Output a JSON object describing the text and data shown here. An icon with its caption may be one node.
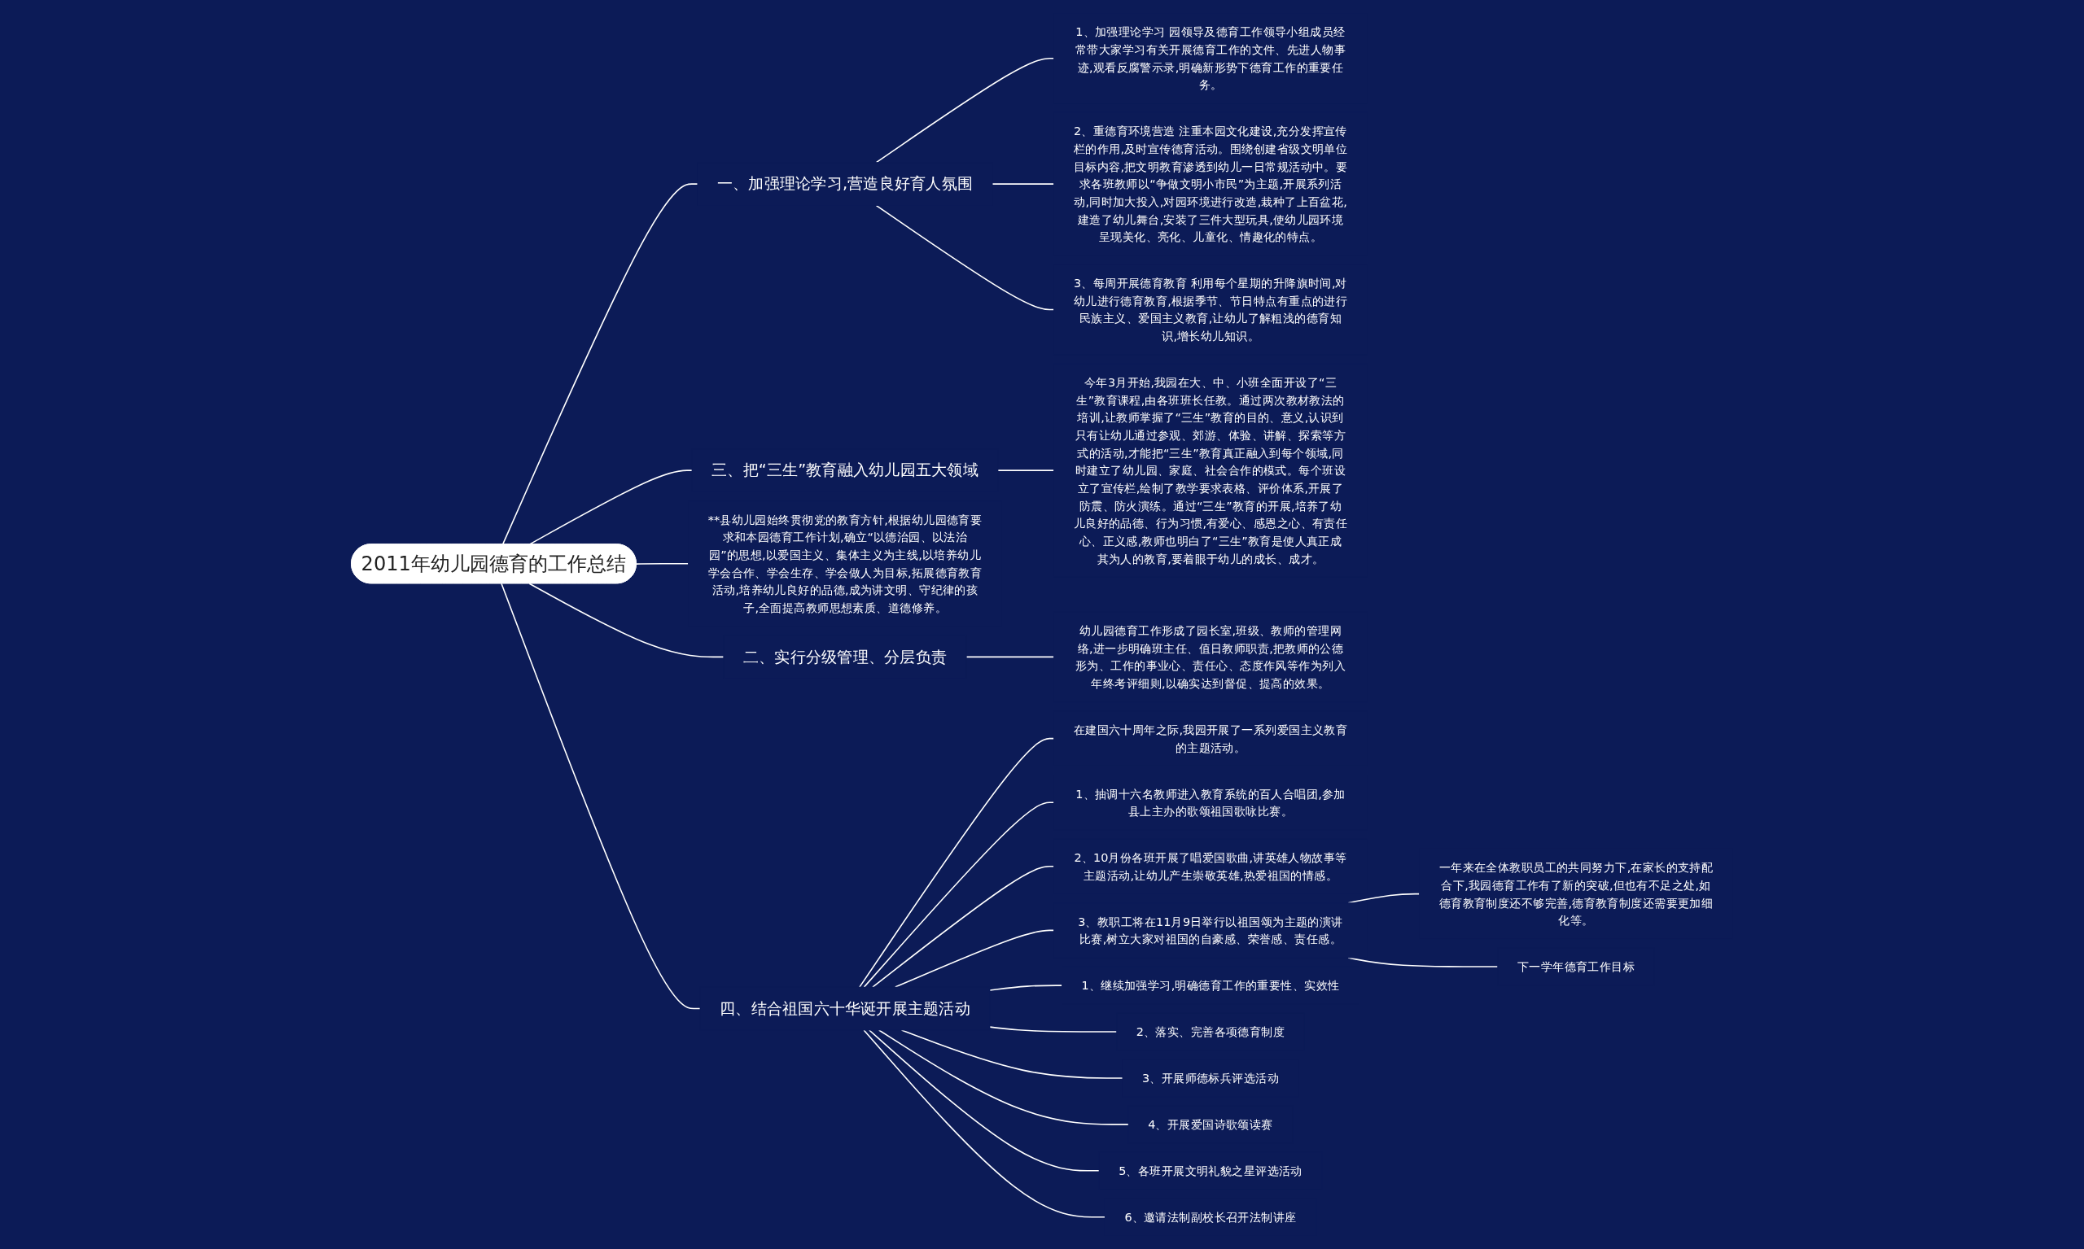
{
  "diagram": {
    "nodes": [
      {
        "text": [
          "2011年幼儿园德育的工作总结"
        ]
      },
      {
        "text": [
          "一、加强理论学习,营造良好育人氛围"
        ]
      },
      {
        "text": [
          "1、加强理论学习 园领导及德育工作领导小组成员经常带大家学习有关开展德育工作的文件、先进人物事迹,观看反腐警示录,明确新形势下德育工作的重要任务。"
        ]
      },
      {
        "text": [
          "2、重德育环境营造 注重本园文化建设,充分发挥宣传栏的作用,及时宣传德育活动。围绕创建省级文明单位目标内容,把文明教育渗透到幼儿一日常规活动中。要求各班教师以“争做文明小市民”为主题,开展系列活动,同时加大投入,对园环境进行改造,栽种了上百盆花,建造了幼儿舞台,安装了三件大型玩具,使幼儿园环境呈现美化、亮化、儿童化、情趣化的特点。"
        ]
      },
      {
        "text": [
          "3、每周开展德育教育 利用每个星期的升降旗时间,对幼儿进行德育教育,根据季节、节日特点有重点的进行民族主义、爱国主义教育,让幼儿了解粗浅的德育知识,增长幼儿知识。"
        ]
      },
      {
        "text": [
          "三、把“三生”教育融入幼儿园五大领域"
        ]
      },
      {
        "text": [
          "今年3月开始,我园在大、中、小班全面开设了“三生”教育课程,由各班班长任教。通过两次教材教法的培训,让教师掌握了“三生”教育的目的、意义,认识到只有让幼儿通过参观、郊游、体验、讲解、探索等方式的活动,才能把“三生”教育真正融入到每个领域,同时建立了幼儿园、家庭、社会合作的模式。每个班设立了宣传栏,绘制了教学要求表格、评价体系,开展了防震、防火演练。通过“三生”教育的开展,培养了幼儿良好的品德、行为习惯,有爱心、感恩之心、有责任心、正义感,教师也明白了“三生”教育是使人真正成其为人的教育,要着眼于幼儿的成长、成才。"
        ]
      },
      {
        "text": [
          "**县幼儿园始终贯彻党的教育方针,根据幼儿园德育要求和本园德育工作计划,确立“以德治园、以法治园”的思想,以爱国主义、集体主义为主线,以培养幼儿学会合作、学会生存、学会做人为目标,拓展德育教育活动,培养幼儿良好的品德,成为讲文明、守纪律的孩子,全面提高教师思想素质、道德修养。"
        ]
      },
      {
        "text": [
          "二、实行分级管理、分层负责"
        ]
      },
      {
        "text": [
          "幼儿园德育工作形成了园长室,班级、教师的管理网络,进一步明确班主任、值日教师职责,把教师的公德形为、工作的事业心、责任心、态度作风等作为列入年终考评细则,以确实达到督促、提高的效果。"
        ]
      },
      {
        "text": [
          "四、结合祖国六十华诞开展主题活动"
        ]
      },
      {
        "text": [
          "在建国六十周年之际,我园开展了一系列爱国主义教育的主题活动。"
        ]
      },
      {
        "text": [
          "1、抽调十六名教师进入教育系统的百人合唱团,参加县上主办的歌颂祖国歌咏比赛。"
        ]
      },
      {
        "text": [
          "2、10月份各班开展了唱爱国歌曲,讲英雄人物故事等主题活动,让幼儿产生崇敬英雄,热爱祖国的情感。"
        ]
      },
      {
        "text": [
          "3、教职工将在11月9日举行以祖国颂为主题的演讲比赛,树立大家对祖国的自豪感、荣誉感、责任感。"
        ]
      },
      {
        "text": [
          "一年来在全体教职员工的共同努力下,在家长的支持配合下,我园德育工作有了新的突破,但也有不足之处,如德育教育制度还不够完善,德育教育制度还需要更加细化等。"
        ]
      },
      {
        "text": [
          "下一学年德育工作目标"
        ]
      },
      {
        "text": [
          "1、继续加强学习,明确德育工作的重要性、实效性"
        ]
      },
      {
        "text": [
          "2、落实、完善各项德育制度"
        ]
      },
      {
        "text": [
          "3、开展师德标兵评选活动"
        ]
      },
      {
        "text": [
          "4、开展爱国诗歌颂读赛"
        ]
      },
      {
        "text": [
          "5、各班开展文明礼貌之星评选活动"
        ]
      },
      {
        "text": [
          "6、邀请法制副校长召开法制讲座"
        ]
      }
    ],
    "edges": [
      {
        "from": 0,
        "to": 1,
        "arrow": "none"
      },
      {
        "from": 1,
        "to": 2,
        "arrow": "none"
      },
      {
        "from": 1,
        "to": 3,
        "arrow": "none"
      },
      {
        "from": 1,
        "to": 4,
        "arrow": "none"
      },
      {
        "from": 0,
        "to": 5,
        "arrow": "none"
      },
      {
        "from": 5,
        "to": 6,
        "arrow": "none"
      },
      {
        "from": 0,
        "to": 7,
        "arrow": "none"
      },
      {
        "from": 0,
        "to": 8,
        "arrow": "none"
      },
      {
        "from": 8,
        "to": 9,
        "arrow": "none"
      },
      {
        "from": 0,
        "to": 10,
        "arrow": "none"
      },
      {
        "from": 10,
        "to": 11,
        "arrow": "none"
      },
      {
        "from": 10,
        "to": 12,
        "arrow": "none"
      },
      {
        "from": 10,
        "to": 13,
        "arrow": "none"
      },
      {
        "from": 10,
        "to": 14,
        "arrow": "none"
      },
      {
        "from": 14,
        "to": 15,
        "arrow": "none"
      },
      {
        "from": 14,
        "to": 16,
        "arrow": "none"
      },
      {
        "from": 10,
        "to": 17,
        "arrow": "none"
      },
      {
        "from": 10,
        "to": 18,
        "arrow": "none"
      },
      {
        "from": 10,
        "to": 19,
        "arrow": "none"
      },
      {
        "from": 10,
        "to": 20,
        "arrow": "none"
      },
      {
        "from": 10,
        "to": 21,
        "arrow": "none"
      },
      {
        "from": 10,
        "to": 22,
        "arrow": "none"
      }
    ]
  }
}
